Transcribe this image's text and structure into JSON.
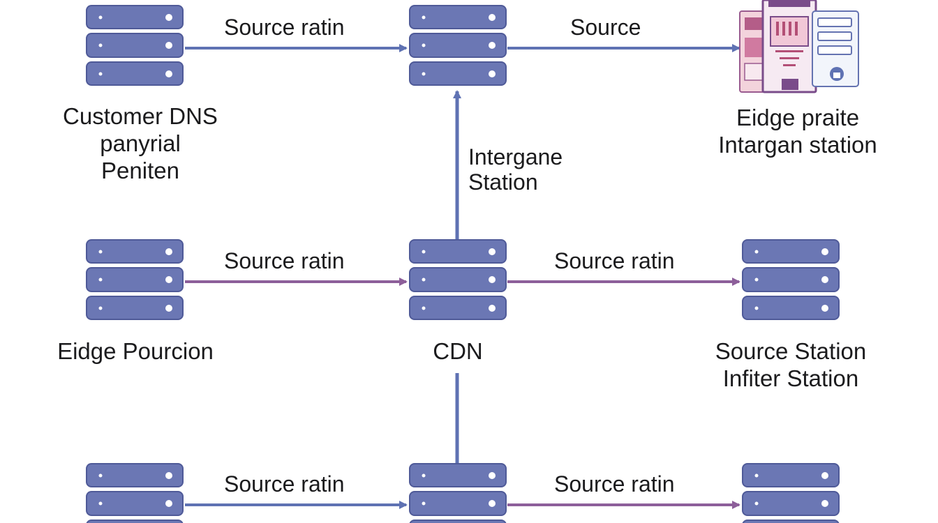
{
  "colors": {
    "server_body": "#6b77b4",
    "server_stroke": "#4f5a98",
    "server_light": "#ffffff",
    "blue_arrow": "#5f72b3",
    "purple_arrow": "#8d5f9a",
    "text": "#1b1b1d",
    "accent_purple": "#8a4f93",
    "accent_pink": "#e8a8b8"
  },
  "nodes": {
    "customer_dns": {
      "icon": "server-stack-icon",
      "label_lines": [
        "Customer DNS",
        "panyrial",
        "Peniten"
      ]
    },
    "top_middle": {
      "icon": "server-stack-icon",
      "label_lines": []
    },
    "edge_praite": {
      "icon": "server-rack-cluster-icon",
      "label_lines": [
        "Eidge praite",
        "Intargan station"
      ]
    },
    "edge_pourcion": {
      "icon": "server-stack-icon",
      "label_lines": [
        "Eidge Pourcion"
      ]
    },
    "cdn": {
      "icon": "server-stack-icon",
      "label_lines": [
        "CDN"
      ]
    },
    "source_station": {
      "icon": "server-stack-icon",
      "label_lines": [
        "Source Station",
        "Infiter Station"
      ]
    },
    "bottom_left": {
      "icon": "server-stack-icon",
      "label_lines": []
    },
    "bottom_middle": {
      "icon": "server-stack-icon",
      "label_lines": []
    },
    "bottom_right": {
      "icon": "server-stack-icon",
      "label_lines": []
    }
  },
  "edges": [
    {
      "from": "customer_dns",
      "to": "top_middle",
      "label": "Source ratin",
      "style": "blue"
    },
    {
      "from": "top_middle",
      "to": "edge_praite",
      "label": "Source",
      "style": "blue"
    },
    {
      "from": "cdn",
      "to": "top_middle",
      "label": "Intergane Station",
      "label_lines": [
        "Intergane",
        "Station"
      ],
      "style": "blue"
    },
    {
      "from": "edge_pourcion",
      "to": "cdn",
      "label": "Source ratin",
      "style": "purple"
    },
    {
      "from": "cdn",
      "to": "source_station",
      "label": "Source ratin",
      "style": "purple"
    },
    {
      "from": "bottom_middle",
      "to": "cdn",
      "label": "",
      "style": "blue"
    },
    {
      "from": "bottom_left",
      "to": "bottom_middle",
      "label": "Source ratin",
      "style": "blue"
    },
    {
      "from": "bottom_middle",
      "to": "bottom_right",
      "label": "Source ratin",
      "style": "purple"
    }
  ]
}
